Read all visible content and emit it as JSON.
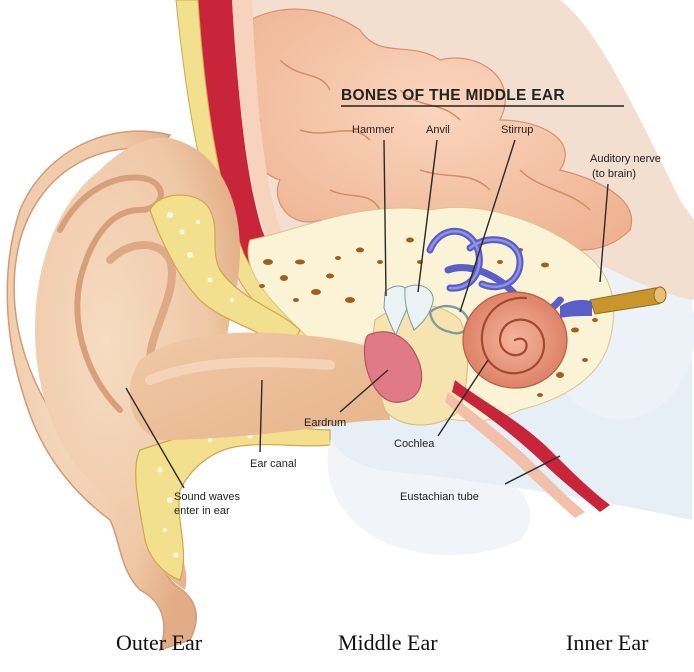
{
  "diagram": {
    "title": "BONES OF THE MIDDLE EAR",
    "bone_labels": {
      "hammer": "Hammer",
      "anvil": "Anvil",
      "stirrup": "Stirrup"
    },
    "labels": {
      "auditory_nerve_line1": "Auditory nerve",
      "auditory_nerve_line2": "(to brain)",
      "eardrum": "Eardrum",
      "cochlea": "Cochlea",
      "ear_canal": "Ear canal",
      "sound_waves_line1": "Sound waves",
      "sound_waves_line2": "enter in ear",
      "eustachian_tube": "Eustachian tube"
    },
    "sections": {
      "outer": "Outer Ear",
      "middle": "Middle Ear",
      "inner": "Inner Ear"
    },
    "colors": {
      "skin": "#f2cfae",
      "skin_dark": "#e3b08a",
      "cartilage": "#f3e08e",
      "bone": "#fbf3d6",
      "bone_pore": "#a0601c",
      "brain": "#f6c4a6",
      "artery": "#c8253a",
      "cochlea": "#e8957a",
      "canals": "#5a5fc8",
      "nerve": "#c9962c",
      "eardrum": "#e07a86"
    }
  }
}
